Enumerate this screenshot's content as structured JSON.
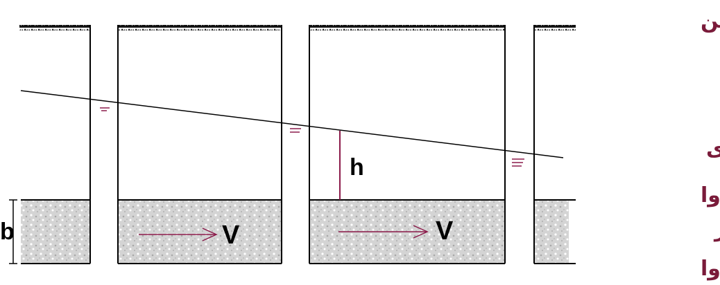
{
  "labels": {
    "ground_surface": "سطح زمین",
    "piezometric_line": "خط پیزومتری",
    "impermeable_layer_top": "لایه ناتراوا",
    "confined_layer": "لایه تحت فشار",
    "impermeable_layer_bottom": "لایه ناتراوا",
    "head": "h",
    "thickness": "b",
    "velocity_1": "V",
    "velocity_2": "V"
  },
  "colors": {
    "label_color": "#7a1b3a",
    "line_color": "#000000",
    "aquifer_fill": "#c9c9c9",
    "marker_color": "#8b1a4a"
  }
}
